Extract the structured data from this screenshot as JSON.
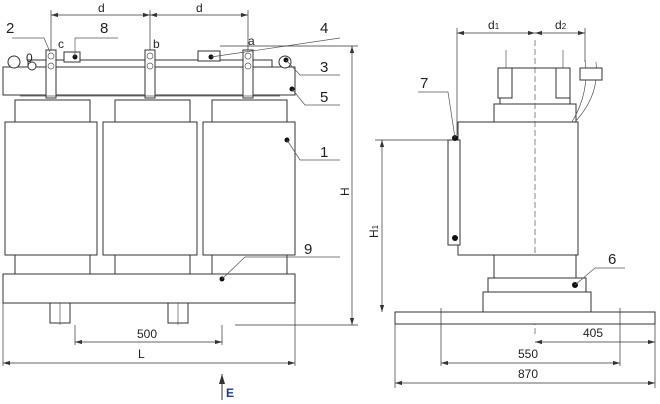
{
  "front_view": {
    "callouts": {
      "coil": "1",
      "terminal": "2",
      "lifting_lug": "3",
      "nameplate": "4",
      "upper_clamp": "5",
      "temp_sensor_box": "8",
      "lower_clamp": "9",
      "neutral": "0"
    },
    "phases": [
      "a",
      "b",
      "c"
    ],
    "dimensions": {
      "phase_spacing": "d",
      "height": "H",
      "wheel_gauge": "500",
      "length": "L"
    },
    "view_arrow": "E"
  },
  "side_view": {
    "callouts": {
      "tap_link": "7",
      "grounding": "6"
    },
    "dimensions": {
      "d1": "d",
      "d1_sub": "1",
      "d2": "d",
      "d2_sub": "2",
      "h1": "H",
      "h1_sub": "1",
      "offset": "405",
      "gauge": "550",
      "width": "870"
    }
  },
  "colors": {
    "lines": "#333333",
    "view_arrow": "#1f3a8a"
  }
}
